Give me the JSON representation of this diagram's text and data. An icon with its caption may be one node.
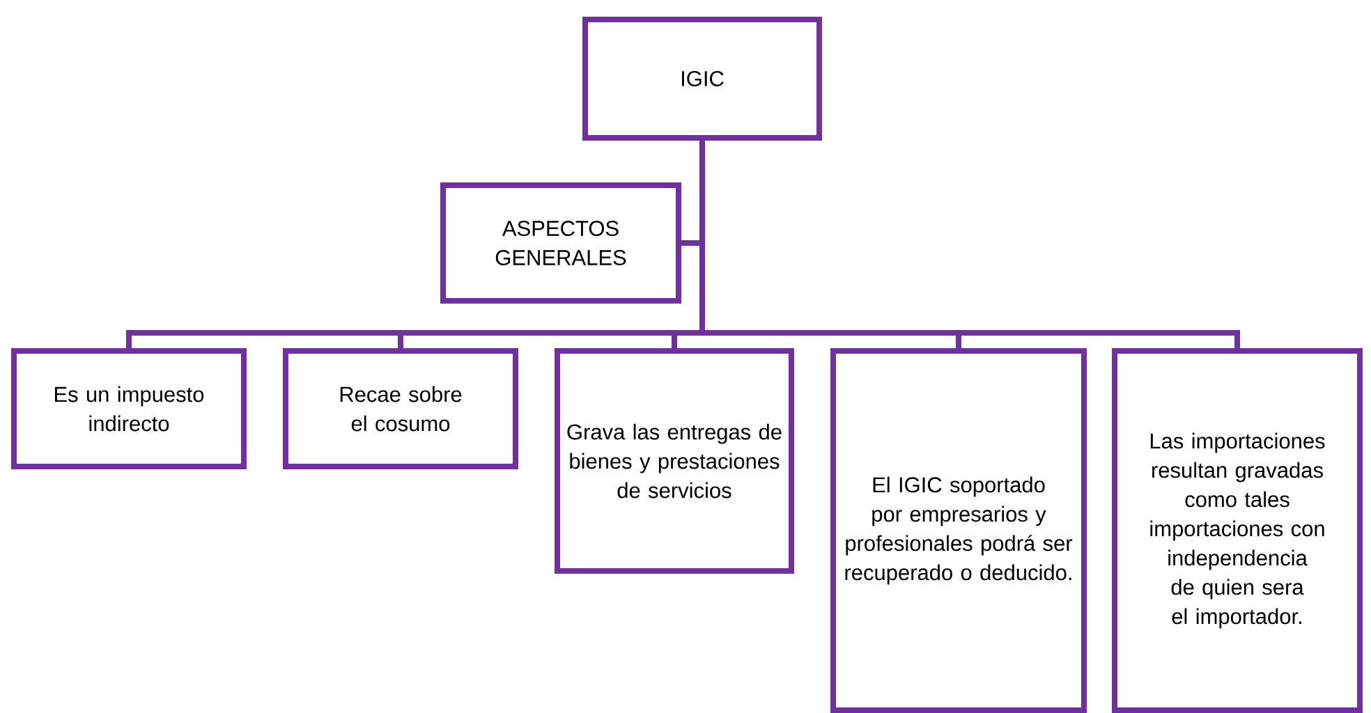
{
  "diagram": {
    "nodes": [
      {
        "text": [
          "IGIC"
        ]
      },
      {
        "text": [
          "ASPECTOS GENERALES"
        ]
      },
      {
        "text": [
          "Es un impuesto indirecto"
        ]
      },
      {
        "text": [
          "Recae sobre el cosumo"
        ]
      },
      {
        "text": [
          "Grava las entregas de bienes y prestaciones de servicios"
        ]
      },
      {
        "text": [
          "El IGIC soportado por empresarios y profesionales podrá ser recuperado o deducido."
        ]
      },
      {
        "text": [
          "Las importaciones resultan gravadas como tales importaciones con independencia de quien sera el importador."
        ]
      }
    ],
    "edges": [
      {
        "from": 0,
        "to": 1,
        "arrow": "none"
      },
      {
        "from": 0,
        "to": 2,
        "arrow": "none"
      },
      {
        "from": 0,
        "to": 3,
        "arrow": "none"
      },
      {
        "from": 0,
        "to": 4,
        "arrow": "none"
      },
      {
        "from": 0,
        "to": 5,
        "arrow": "none"
      },
      {
        "from": 0,
        "to": 6,
        "arrow": "none"
      }
    ]
  }
}
